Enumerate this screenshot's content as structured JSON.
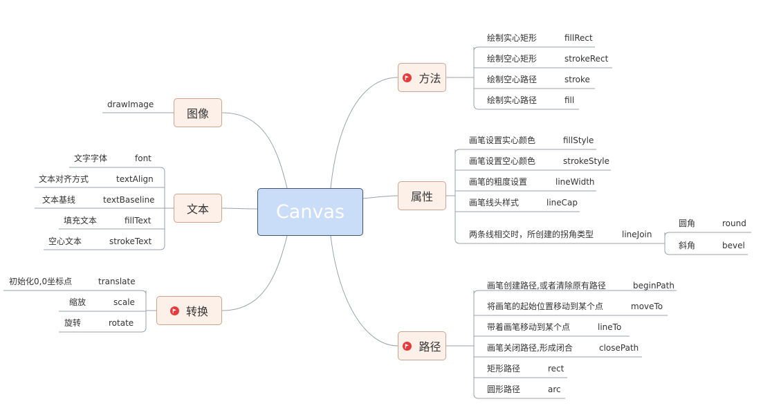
{
  "root": "Canvas",
  "topics": {
    "method": "方法",
    "attr": "属性",
    "path": "路径",
    "image": "图像",
    "text": "文本",
    "transform": "转换"
  },
  "method_items": [
    {
      "label": "绘制实心矩形",
      "value": "fillRect"
    },
    {
      "label": "绘制空心矩形",
      "value": "strokeRect"
    },
    {
      "label": "绘制空心路径",
      "value": "stroke"
    },
    {
      "label": "绘制实心路径",
      "value": "fill"
    }
  ],
  "attr_items": [
    {
      "label": "画笔设置实心颜色",
      "value": "fillStyle"
    },
    {
      "label": "画笔设置空心颜色",
      "value": "strokeStyle"
    },
    {
      "label": "画笔的粗度设置",
      "value": "lineWidth"
    },
    {
      "label": "画笔线头样式",
      "value": "lineCap"
    },
    {
      "label": "两条线相交时，所创建的拐角类型",
      "value": "lineJoin"
    }
  ],
  "linejoin_items": [
    {
      "label": "圆角",
      "value": "round"
    },
    {
      "label": "斜角",
      "value": "bevel"
    }
  ],
  "path_items": [
    {
      "label": "画笔创建路径,或者清除原有路径",
      "value": "beginPath"
    },
    {
      "label": "将画笔的起始位置移动到某个点",
      "value": "moveTo"
    },
    {
      "label": "带着画笔移动到某个点",
      "value": "lineTo"
    },
    {
      "label": "画笔关闭路径,形成闭合",
      "value": "closePath"
    },
    {
      "label": "矩形路径",
      "value": "rect"
    },
    {
      "label": "圆形路径",
      "value": "arc"
    }
  ],
  "image_items": [
    {
      "label": "drawImage"
    }
  ],
  "text_items": [
    {
      "label": "文字字体",
      "value": "font"
    },
    {
      "label": "文本对齐方式",
      "value": "textAlign"
    },
    {
      "label": "文本基线",
      "value": "textBaseline"
    },
    {
      "label": "填充文本",
      "value": "fillText"
    },
    {
      "label": "空心文本",
      "value": "strokeText"
    }
  ],
  "transform_items": [
    {
      "label": "初始化0,0坐标点",
      "value": "translate"
    },
    {
      "label": "缩放",
      "value": "scale"
    },
    {
      "label": "旋转",
      "value": "rotate"
    }
  ],
  "colors": {
    "root_fill": "#c9dcf8",
    "topic_fill": "#fdf0e8",
    "flag": "#e33c3c",
    "line": "#9aa1a8"
  },
  "icons": {
    "topic_marker": "red-flag-icon"
  }
}
